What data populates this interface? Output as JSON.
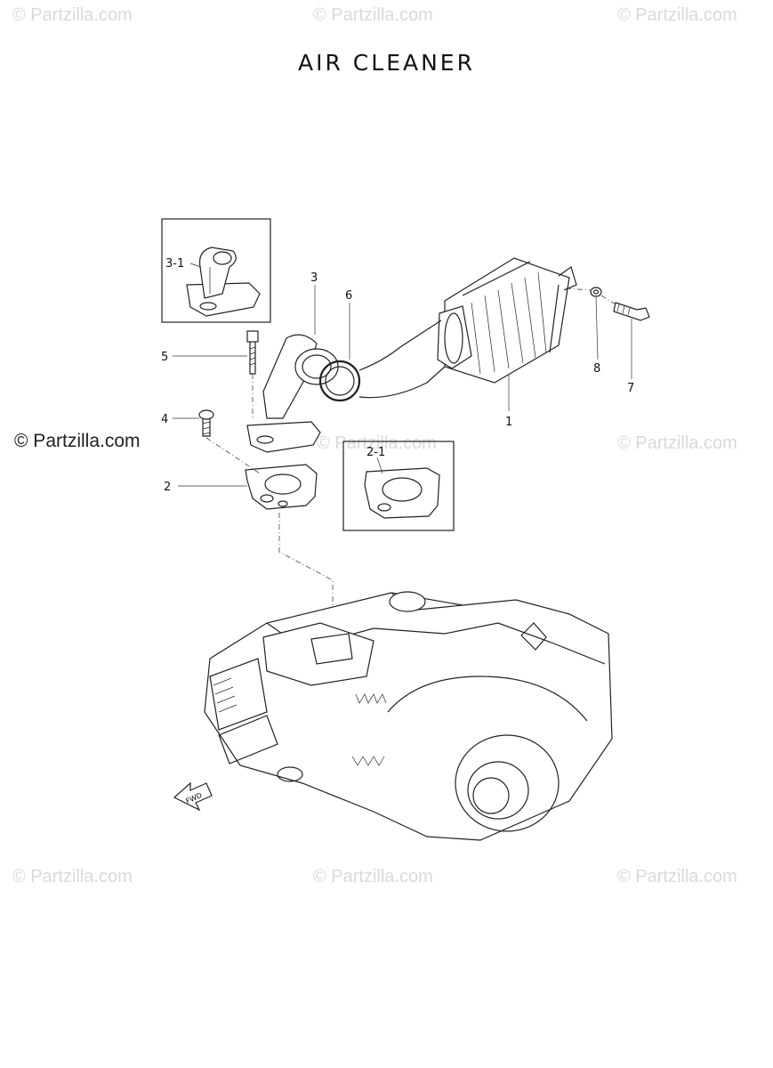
{
  "title": "AIR CLEANER",
  "watermark": {
    "text": "© Partzilla.com",
    "text_dark": "© Partzilla.com"
  },
  "callouts": {
    "p1": "1",
    "p2": "2",
    "p2_1": "2-1",
    "p3": "3",
    "p3_1": "3-1",
    "p4": "4",
    "p5": "5",
    "p6": "6",
    "p7": "7",
    "p8": "8"
  },
  "fwd_label": "FWD"
}
